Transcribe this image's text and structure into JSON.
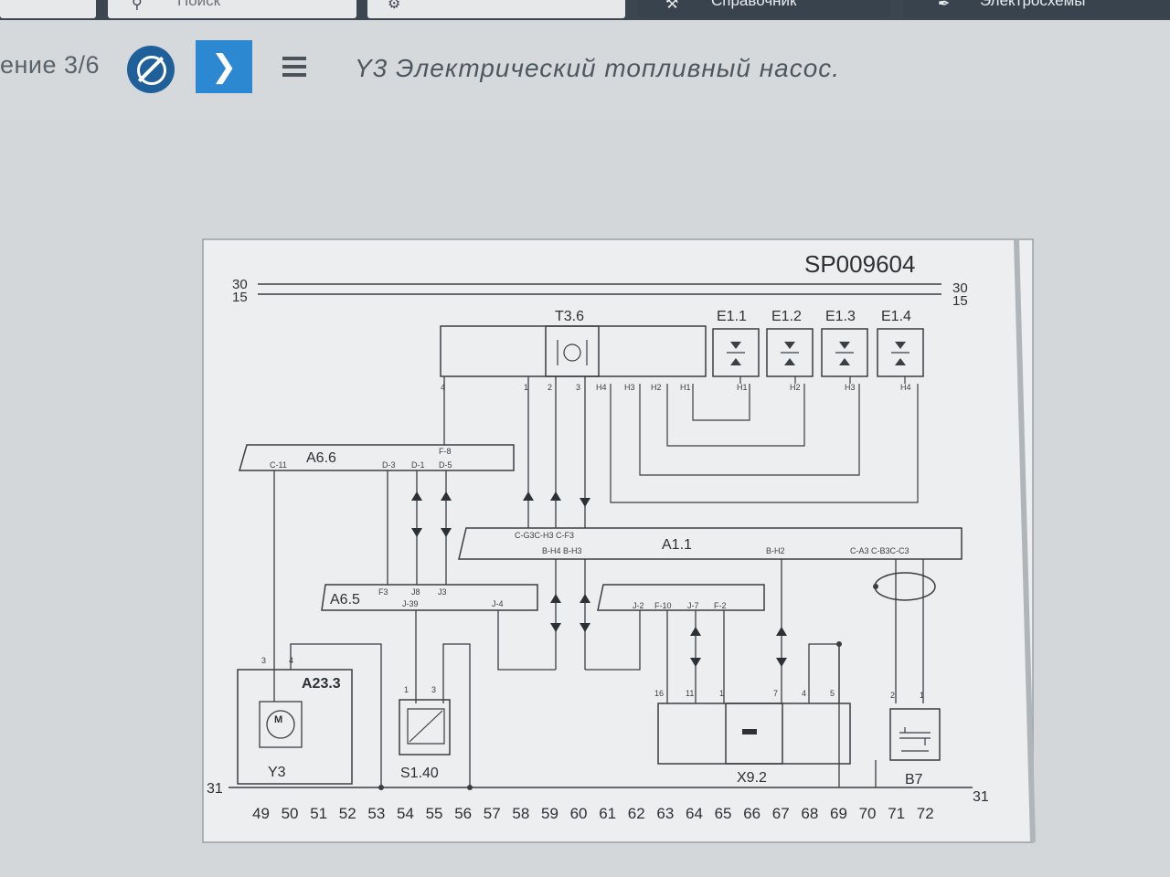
{
  "tabs": [
    {
      "label": "Поиск"
    },
    {
      "label": ""
    },
    {
      "label": ""
    },
    {
      "label": "Справочник"
    },
    {
      "label": "Электросхемы"
    }
  ],
  "toolbar": {
    "page_indicator": "ение 3/6",
    "title": "Y3 Электрический топливный насос."
  },
  "diagram": {
    "id": "SP009604",
    "bus_30": "30",
    "bus_15": "15",
    "ground": "31",
    "components": {
      "t36": "T3.6",
      "e11": "E1.1",
      "e12": "E1.2",
      "e13": "E1.3",
      "e14": "E1.4",
      "a66": "A6.6",
      "a11": "A1.1",
      "a65": "A6.5",
      "a233": "A23.3",
      "y3": "Y3",
      "s140": "S1.40",
      "x92": "X9.2",
      "b7": "B7"
    },
    "pins": {
      "p4": "4",
      "p1": "1",
      "p2": "2",
      "p3": "3",
      "h4": "H4",
      "h3": "H3",
      "h2": "H2",
      "h1": "H1",
      "c11": "C-11",
      "d3": "D-3",
      "d1": "D-1",
      "d5": "D-5",
      "f8": "F-8",
      "a11_top": "C-G3C-H3 C-F3",
      "a11_bot": "B-H4 B-H3",
      "bh2": "B-H2",
      "ca": "C-A3 C-B3C-C3",
      "f3": "F3",
      "j8": "J8",
      "j3": "J3",
      "j39": "J-39",
      "j4": "J-4",
      "j2": "J-2",
      "f10": "F-10",
      "j7": "J-7",
      "f2": "F-2",
      "y3p3": "3",
      "y3p4": "4",
      "s1p1": "1",
      "s1p3": "3",
      "x16": "16",
      "x11": "11",
      "x1": "1",
      "x7": "7",
      "x4": "4",
      "x5": "5",
      "b2": "2",
      "b1": "1"
    },
    "grid": [
      "49",
      "50",
      "51",
      "52",
      "53",
      "54",
      "55",
      "56",
      "57",
      "58",
      "59",
      "60",
      "61",
      "62",
      "63",
      "64",
      "65",
      "66",
      "67",
      "68",
      "69",
      "70",
      "71",
      "72"
    ]
  },
  "icons": [
    "search-icon",
    "settings-icon",
    "wrench-icon",
    "pen-icon",
    "ban-icon",
    "chevron-right-icon",
    "menu-icon"
  ]
}
